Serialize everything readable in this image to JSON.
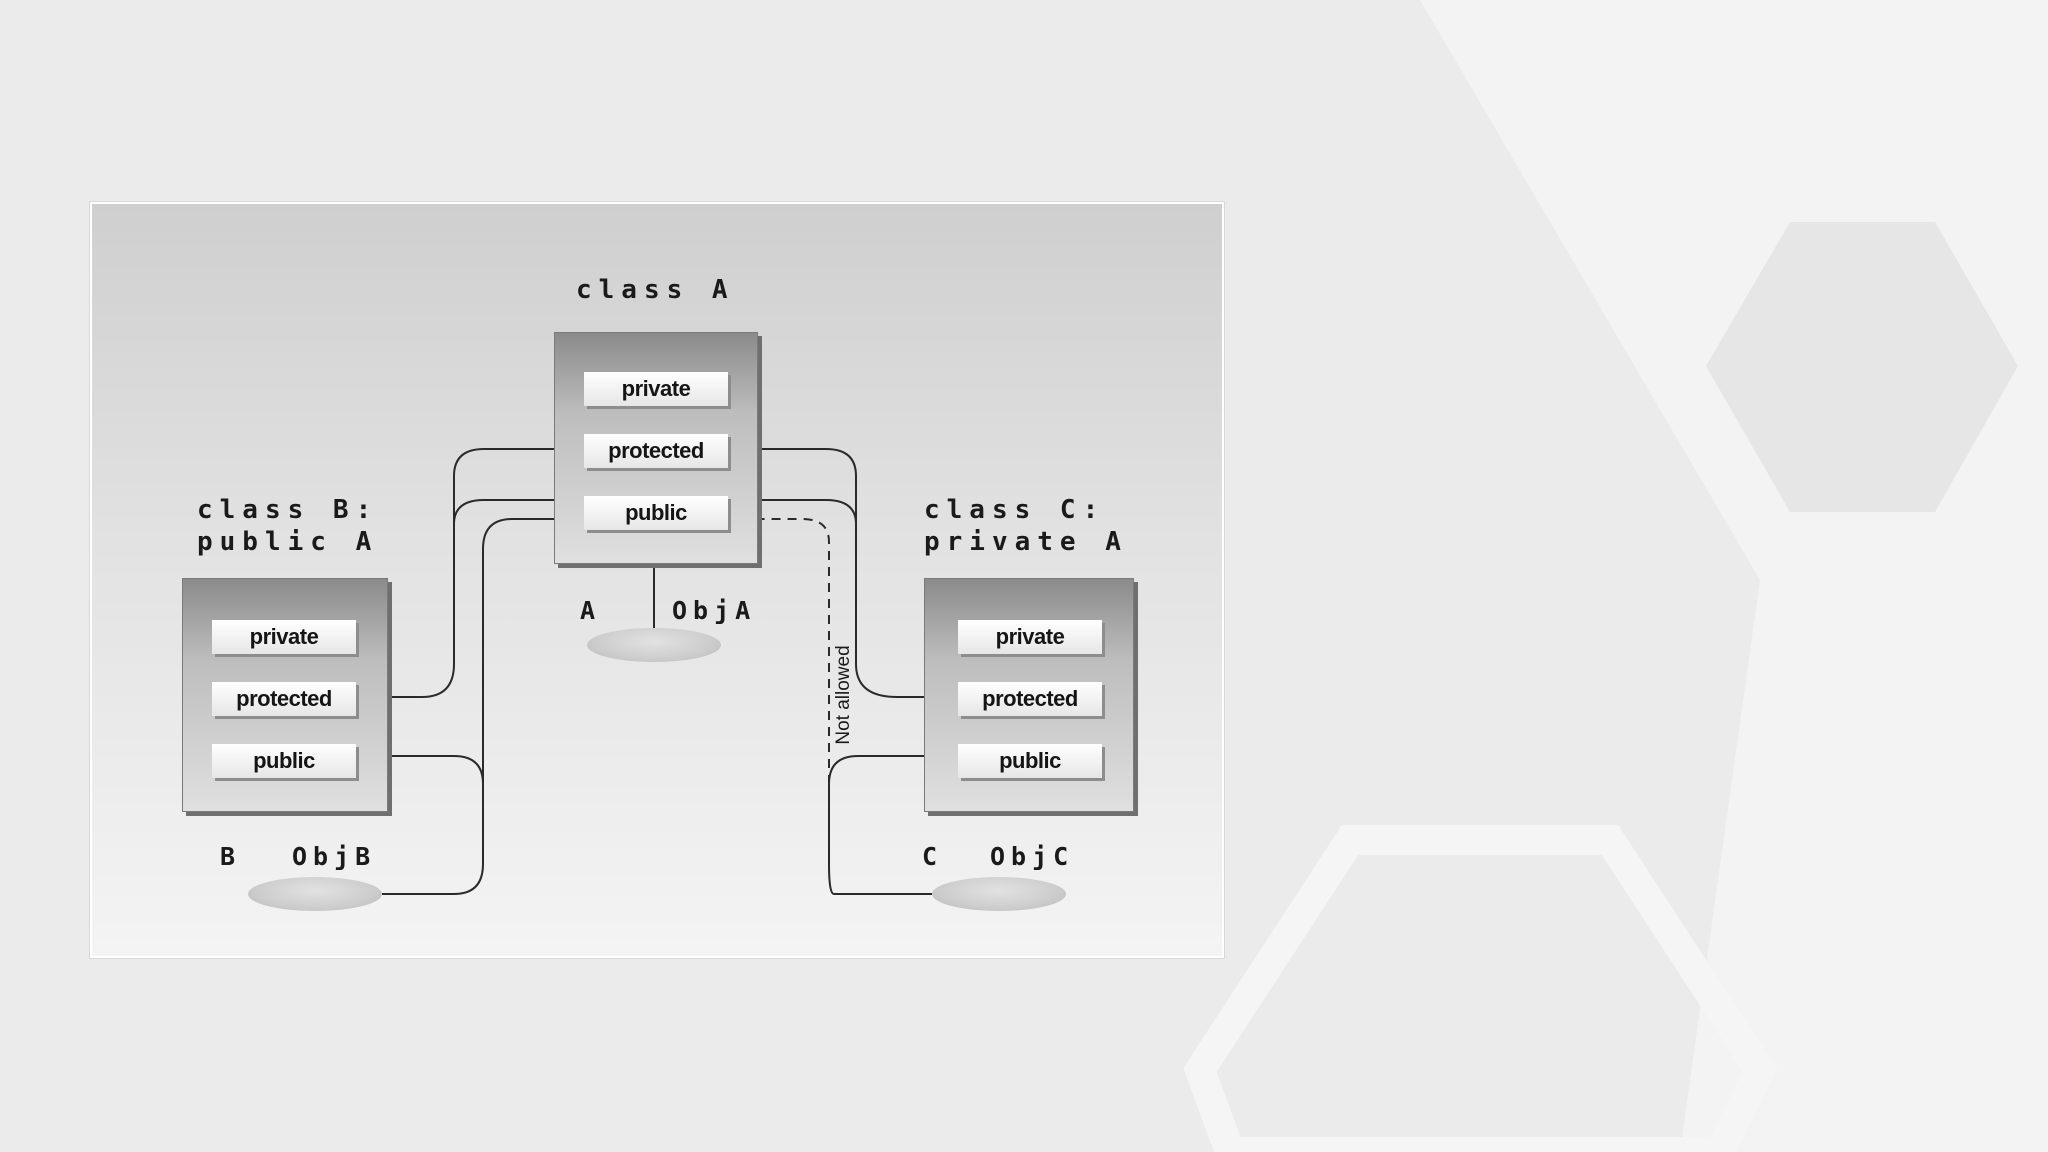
{
  "diagram": {
    "class_a": {
      "title": "class A",
      "members": [
        "private",
        "protected",
        "public"
      ],
      "object_type": "A",
      "object_name": "ObjA"
    },
    "class_b": {
      "title": "class B:\npublic A",
      "members": [
        "private",
        "protected",
        "public"
      ],
      "object_type": "B",
      "object_name": "ObjB"
    },
    "class_c": {
      "title": "class C:\nprivate A",
      "members": [
        "private",
        "protected",
        "public"
      ],
      "object_type": "C",
      "object_name": "ObjC"
    },
    "not_allowed_label": "Not allowed"
  },
  "colors": {
    "background": "#ebebeb",
    "hexagon": "#f3f3f3",
    "line": "#2a2a2a"
  }
}
